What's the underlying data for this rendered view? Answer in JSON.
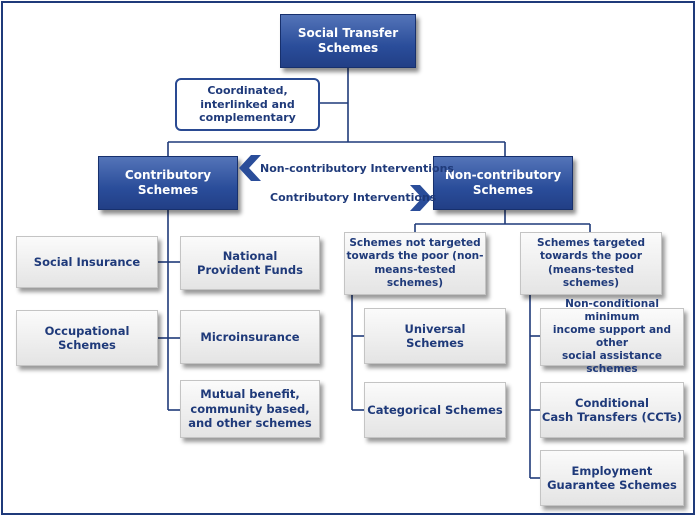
{
  "root": {
    "label": "Social Transfer\nSchemes"
  },
  "note": {
    "label": "Coordinated,\ninterlinked and\ncomplementary"
  },
  "contributory": {
    "label": "Contributory\nSchemes",
    "items": [
      "Social Insurance",
      "Occupational\nSchemes",
      "National\nProvident Funds",
      "Microinsurance",
      "Mutual benefit,\ncommunity based,\nand other schemes"
    ]
  },
  "non_contributory": {
    "label": "Non-contributory\nSchemes",
    "not_targeted": {
      "label": "Schemes not targeted\ntowards the poor (non-\nmeans-tested schemes)",
      "items": [
        "Universal\nSchemes",
        "Categorical Schemes"
      ]
    },
    "targeted": {
      "label": "Schemes targeted\ntowards the poor\n(means-tested schemes)",
      "items": [
        "Non-conditional minimum\nincome support and other\nsocial assistance schemes",
        "Conditional\nCash Transfers (CCTs)",
        "Employment\nGuarantee Schemes"
      ]
    }
  },
  "interventions": {
    "non_contributory": "Non-contributory Interventions",
    "contributory": "Contributory Interventions"
  }
}
